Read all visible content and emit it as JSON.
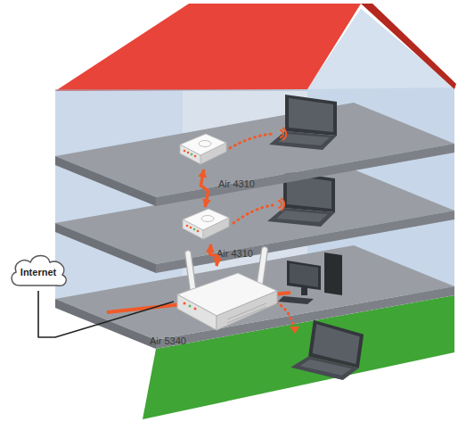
{
  "diagram": {
    "nodes": [
      {
        "text": [
          "Air 4310"
        ]
      },
      {
        "text": [
          "Air 4310"
        ]
      },
      {
        "text": [
          "Internet"
        ]
      },
      {
        "text": [
          "Air 5340"
        ]
      }
    ],
    "edges": [
      {
        "from": 2,
        "to": 3,
        "arrow": "none"
      },
      {
        "from": 3,
        "to": 1,
        "arrow": "both"
      },
      {
        "from": 1,
        "to": 0,
        "arrow": "both"
      }
    ]
  }
}
